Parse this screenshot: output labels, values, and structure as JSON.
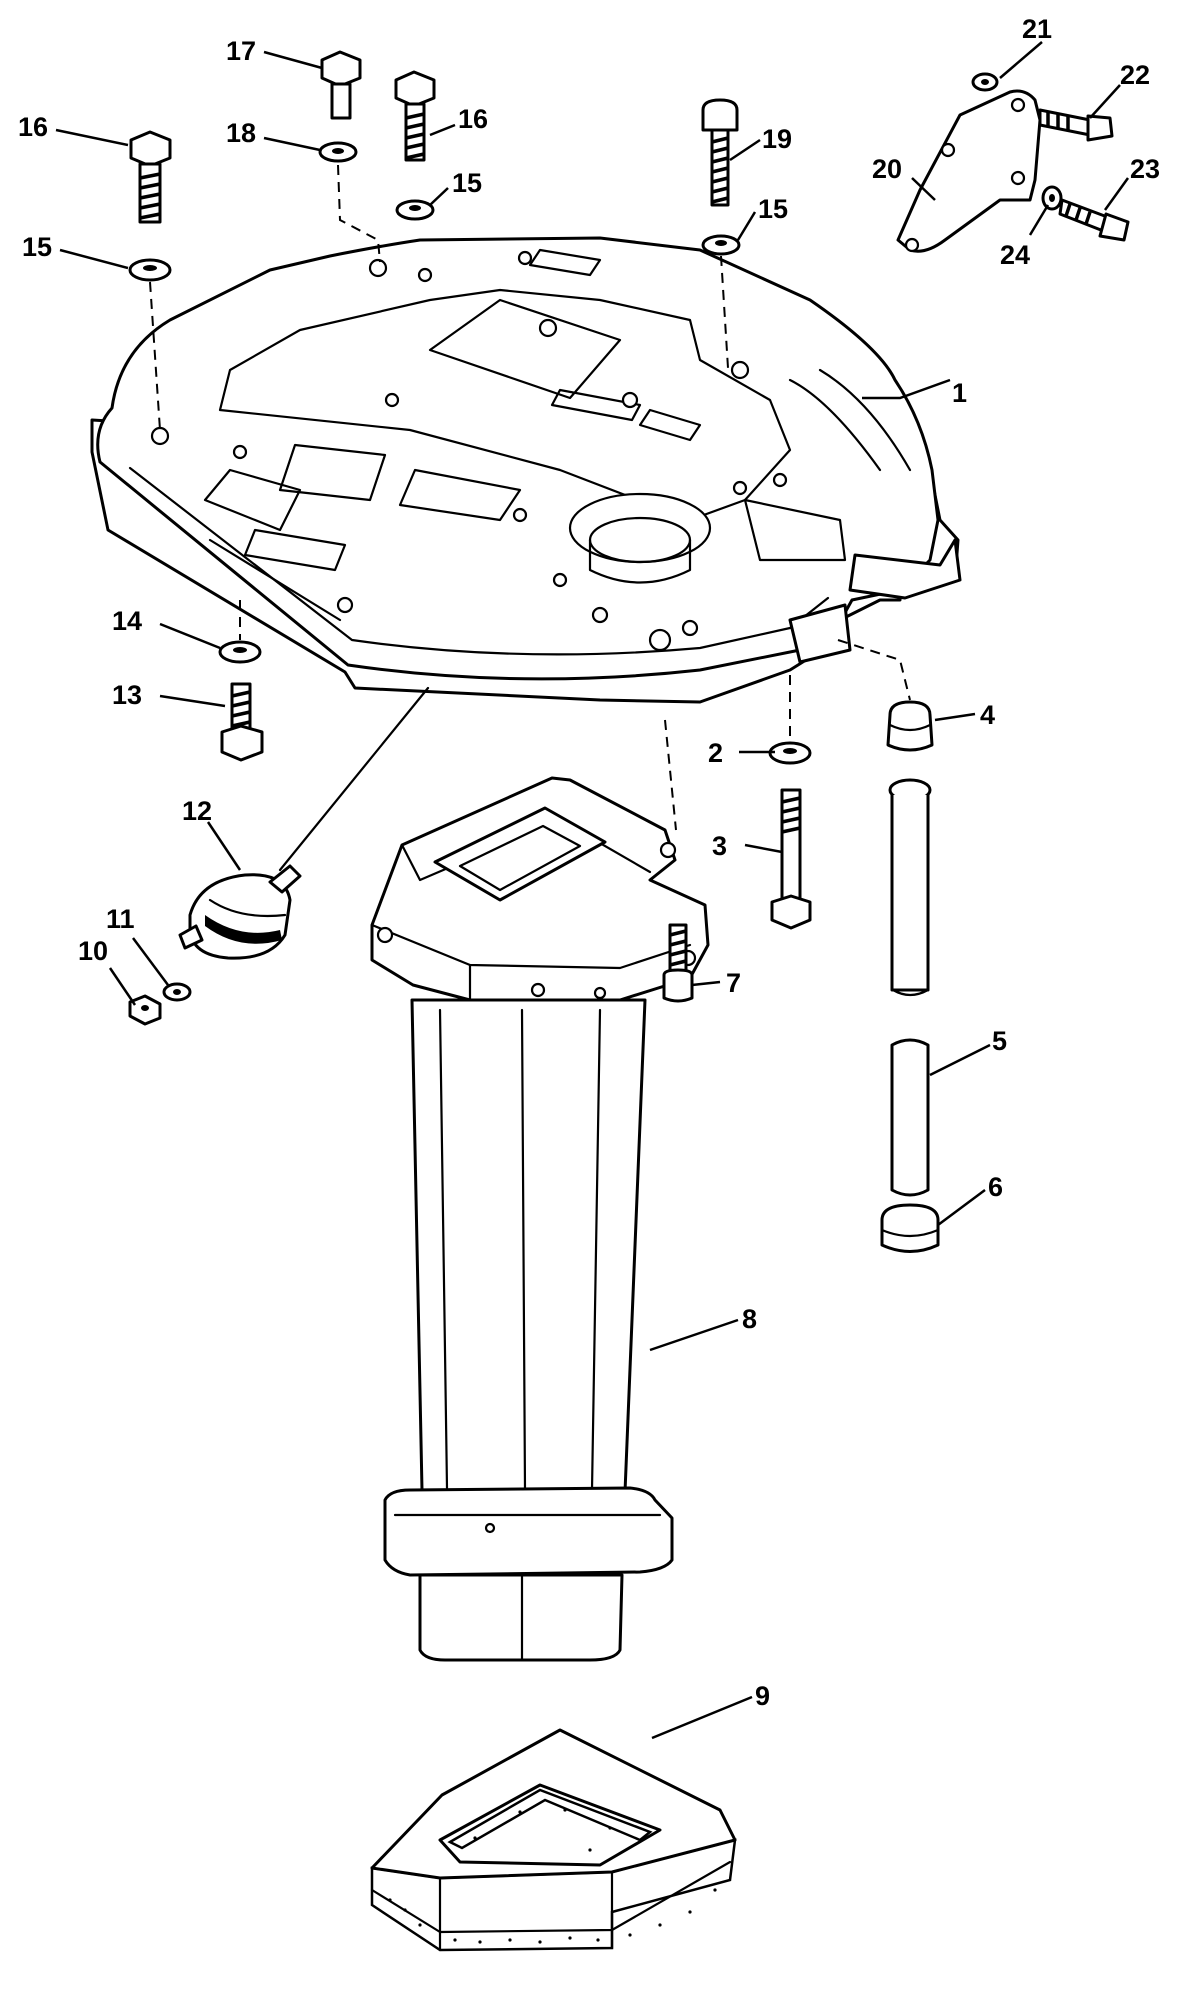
{
  "diagram": {
    "callouts": [
      {
        "id": "c1",
        "text": "1"
      },
      {
        "id": "c2",
        "text": "2"
      },
      {
        "id": "c3",
        "text": "3"
      },
      {
        "id": "c4",
        "text": "4"
      },
      {
        "id": "c5",
        "text": "5"
      },
      {
        "id": "c6",
        "text": "6"
      },
      {
        "id": "c7",
        "text": "7"
      },
      {
        "id": "c8",
        "text": "8"
      },
      {
        "id": "c9",
        "text": "9"
      },
      {
        "id": "c10",
        "text": "10"
      },
      {
        "id": "c11",
        "text": "11"
      },
      {
        "id": "c12",
        "text": "12"
      },
      {
        "id": "c13",
        "text": "13"
      },
      {
        "id": "c14",
        "text": "14"
      },
      {
        "id": "c15a",
        "text": "15"
      },
      {
        "id": "c15b",
        "text": "15"
      },
      {
        "id": "c15c",
        "text": "15"
      },
      {
        "id": "c16a",
        "text": "16"
      },
      {
        "id": "c16b",
        "text": "16"
      },
      {
        "id": "c17",
        "text": "17"
      },
      {
        "id": "c18",
        "text": "18"
      },
      {
        "id": "c19",
        "text": "19"
      },
      {
        "id": "c20",
        "text": "20"
      },
      {
        "id": "c21",
        "text": "21"
      },
      {
        "id": "c22",
        "text": "22"
      },
      {
        "id": "c23",
        "text": "23"
      },
      {
        "id": "c24",
        "text": "24"
      }
    ]
  }
}
